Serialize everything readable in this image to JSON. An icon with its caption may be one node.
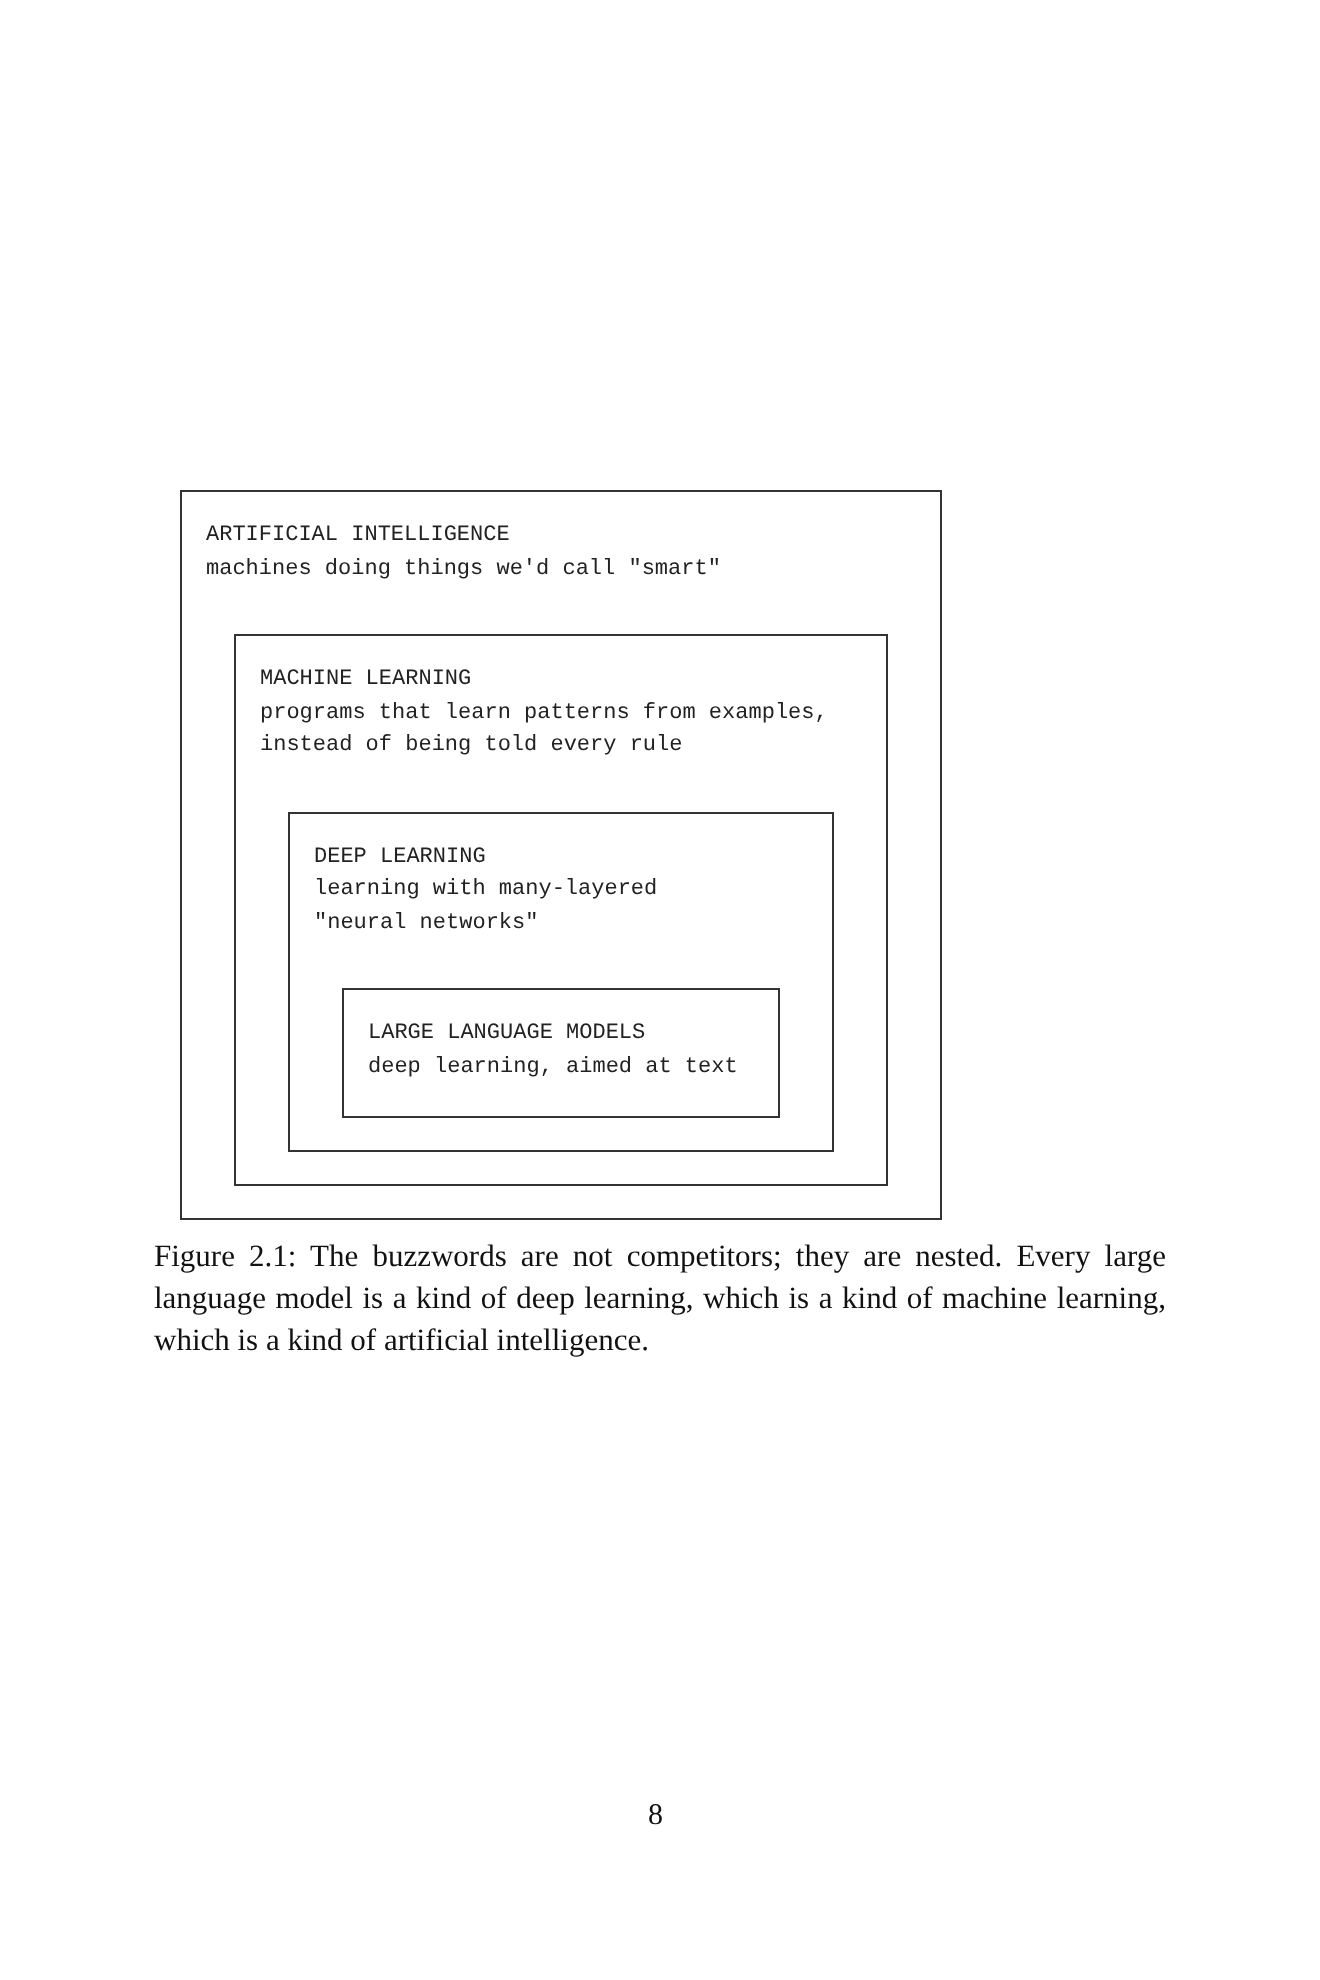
{
  "diagram": {
    "caption": "Figure 2.1: The buzzwords are not competitors; they are nested. Every large language model is a kind of deep learning, which is a kind of machine learning, which is a kind of artificial intelligence.",
    "nodes": [
      {
        "text": [
          "ARTIFICIAL INTELLIGENCE",
          "machines doing things we'd call \"smart\""
        ]
      },
      {
        "text": [
          "MACHINE LEARNING",
          "programs that learn patterns from examples, instead of being told every rule"
        ],
        "in": 0
      },
      {
        "text": [
          "DEEP LEARNING",
          "learning with many-layered \"neural networks\""
        ],
        "in": 1
      },
      {
        "text": [
          "LARGE LANGUAGE MODELS",
          "deep learning, aimed at text"
        ],
        "in": 2
      }
    ],
    "labels": [
      "8"
    ]
  }
}
